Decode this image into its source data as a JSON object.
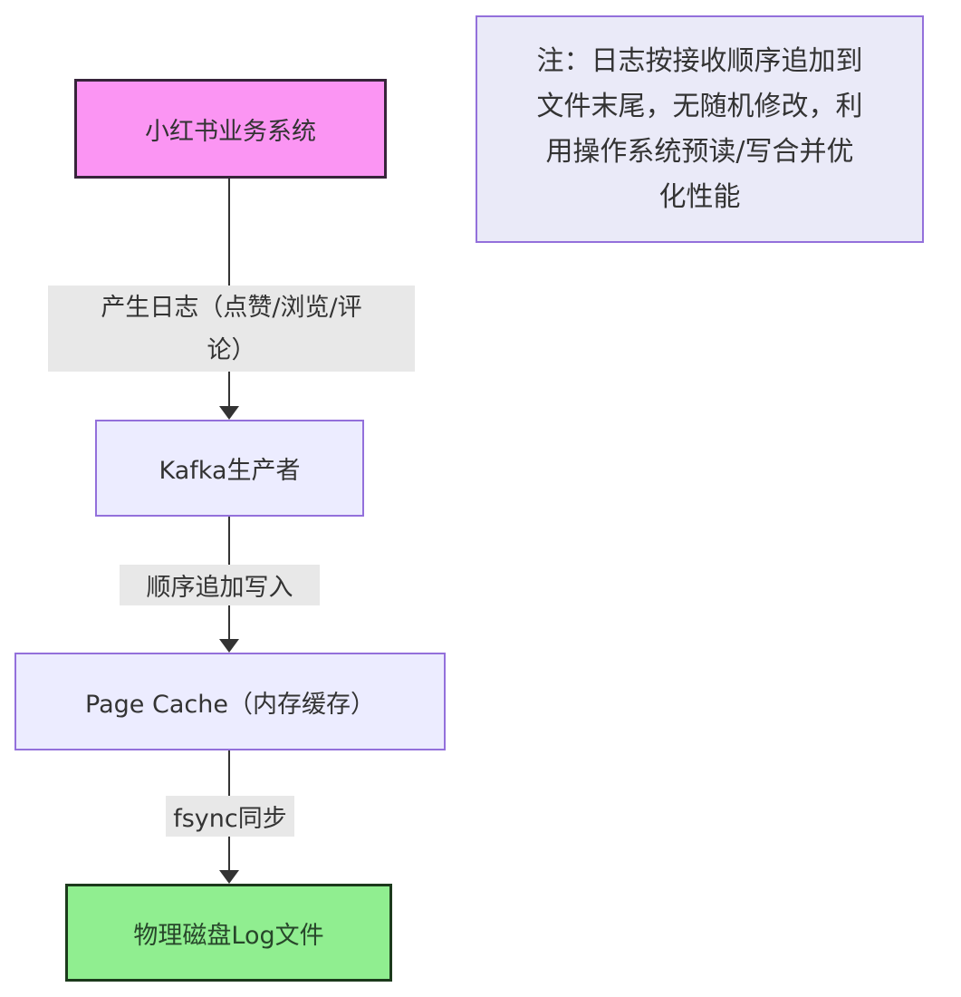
{
  "diagram": {
    "nodes": {
      "business": {
        "label": "小红书业务系统"
      },
      "kafka": {
        "label": "Kafka生产者"
      },
      "pagecache": {
        "label": "Page Cache（内存缓存）"
      },
      "disk": {
        "label": "物理磁盘Log文件"
      }
    },
    "edges": {
      "produce": {
        "label": "产生日志（点赞/浏览/评论）",
        "lines": [
          "产生日志（点赞/浏览/评",
          "论）"
        ]
      },
      "append": {
        "label": "顺序追加写入"
      },
      "fsync": {
        "label": "fsync同步"
      }
    },
    "note": {
      "text": "注：日志按接收顺序追加到文件末尾，无随机修改，利用操作系统预读/写合并优化性能",
      "lines": [
        "注：日志按接收顺序追加到",
        "文件末尾，无随机修改，利",
        "用操作系统预读/写合并优",
        "化性能"
      ]
    },
    "colors": {
      "business_fill": "#fb95f3",
      "business_border": "#37243a",
      "default_fill": "#ececff",
      "default_border": "#9370db",
      "note_fill": "#eaeaf8",
      "note_border": "#9370db",
      "disk_fill": "#90ee90",
      "disk_border": "#1c3a1c",
      "disk_text": "#27462a",
      "edge_label_bg": "#e8e8e8",
      "line": "#333333",
      "text": "#333333",
      "background": "#ffffff"
    }
  }
}
